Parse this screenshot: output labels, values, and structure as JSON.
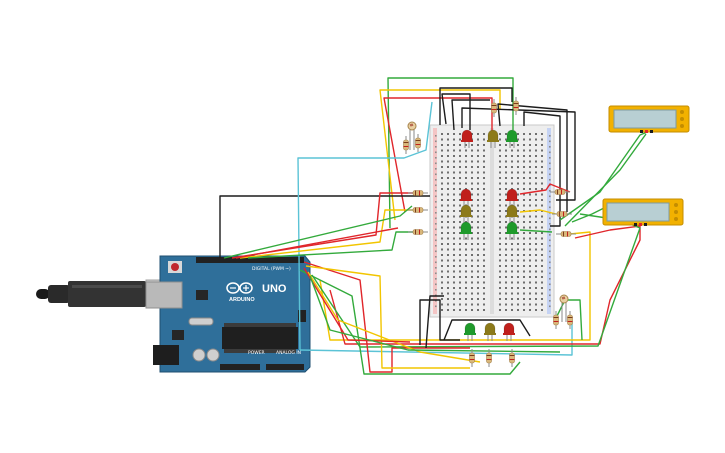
{
  "board": {
    "model_label": "UNO",
    "brand_label": "ARDUINO",
    "digital_header_label": "DIGITAL (PWM ~)",
    "power_header_label": "POWER",
    "analog_header_label": "ANALOG IN"
  },
  "components": {
    "breadboard": "breadboard",
    "usb_cable": "usb-cable",
    "lcd_displays": 2,
    "photoresistors": 2,
    "led_groups": 5
  },
  "colors": {
    "board": "#2f6f9a",
    "board_edge": "#1f4f70",
    "wire_red": "#e0262b",
    "wire_yellow": "#f2c500",
    "wire_green": "#33aa3c",
    "wire_black": "#1c1c1c",
    "wire_cyan": "#5bc3d6",
    "led_red": "#c0201c",
    "led_yellow": "#8c7a1a",
    "led_green": "#1f9a2b",
    "lcd_frame": "#f2b100",
    "lcd_screen": "#b8cfd3"
  }
}
